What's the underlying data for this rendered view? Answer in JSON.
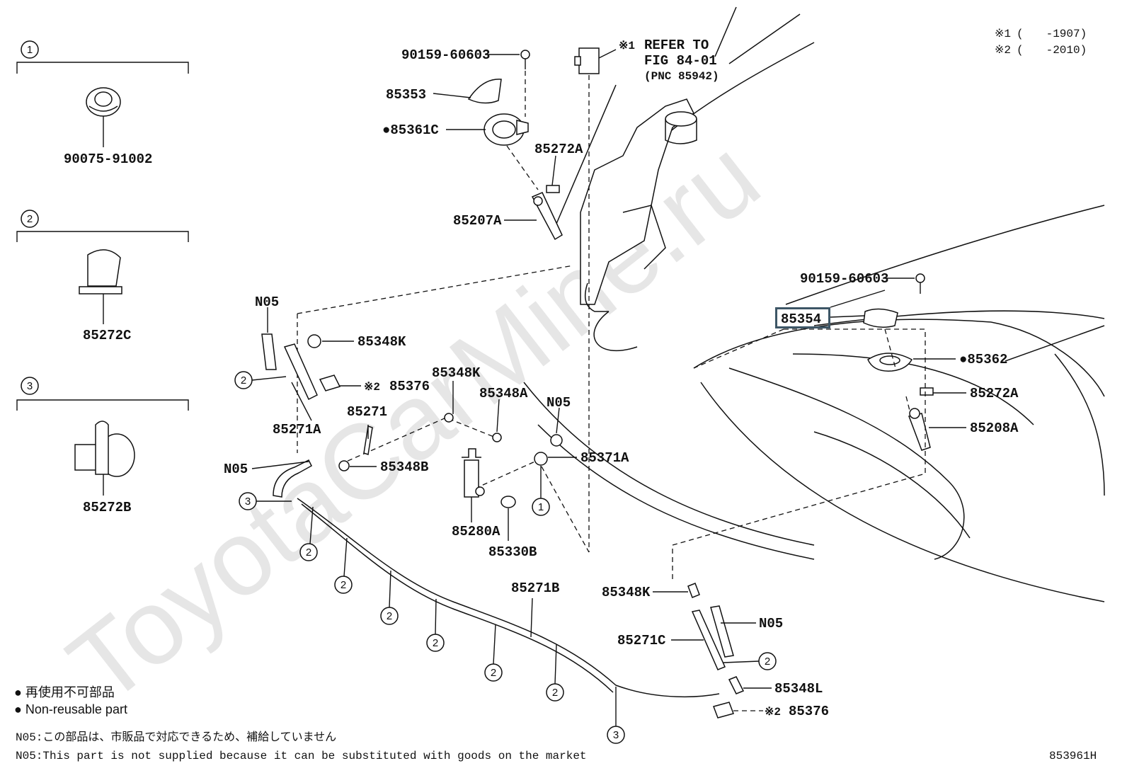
{
  "watermark": "ToyotaCarMine.ru",
  "legend_groups": [
    {
      "num": "1",
      "part": "90075-91002"
    },
    {
      "num": "2",
      "part": "85272C"
    },
    {
      "num": "3",
      "part": "85272B"
    }
  ],
  "date_notes": {
    "note1_mark": "※1",
    "note1_range": "(　　-1907)",
    "note2_mark": "※2",
    "note2_range": "(　　-2010)"
  },
  "refer": {
    "mark": "※1",
    "line1": "REFER TO",
    "line2": "FIG 84-01",
    "line3": "(PNC 85942)"
  },
  "highlighted_part": "85354",
  "parts": {
    "p_90159_top": "90159-60603",
    "p_85353": "85353",
    "p_85361C": "●85361C",
    "p_85272A_top": "85272A",
    "p_85207A": "85207A",
    "p_90159_right": "90159-60603",
    "p_85362": "●85362",
    "p_85272A_right": "85272A",
    "p_85208A": "85208A",
    "p_N05_a": "N05",
    "p_85348K_a": "85348K",
    "p_85376_a": "85376",
    "p_85376_a_mark": "※2",
    "p_85348K_b": "85348K",
    "p_85348A": "85348A",
    "p_N05_b": "N05",
    "p_85271A": "85271A",
    "p_85271": "85271",
    "p_85371A": "85371A",
    "p_N05_c": "N05",
    "p_85348B": "85348B",
    "p_85280A": "85280A",
    "p_85330B": "85330B",
    "p_85271B": "85271B",
    "p_85348K_c": "85348K",
    "p_N05_d": "N05",
    "p_85271C": "85271C",
    "p_85348L": "85348L",
    "p_85376_b": "85376",
    "p_85376_b_mark": "※2"
  },
  "callouts": {
    "c2": "2",
    "c3": "3",
    "c1": "1"
  },
  "footer": {
    "jp_nonreusable": "● 再使用不可部品",
    "en_nonreusable": "● Non-reusable part",
    "jp_n05": "N05:この部品は、市販品で対応できるため、補給していません",
    "en_n05": "N05:This part is not supplied because it can be substituted with goods on the market",
    "fig_code": "853961H"
  }
}
